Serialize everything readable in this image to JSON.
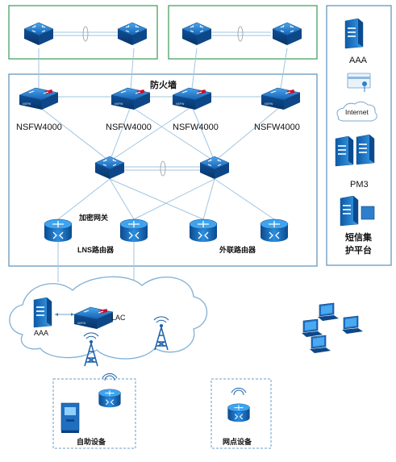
{
  "firewall_label": "防火墙",
  "firewalls": [
    {
      "label": "NSFW4000"
    },
    {
      "label": "NSFW4000"
    },
    {
      "label": "NSFW4000"
    },
    {
      "label": "NSFW4000"
    }
  ],
  "routers": {
    "access_gateway": "加密网关",
    "lns_router": "LNS路由器",
    "external_router": "外联路由器"
  },
  "right_panel": {
    "aaa": "AAA",
    "internet": "Internet",
    "pm3": "PM3",
    "sms_platform_line1": "短信集",
    "sms_platform_line2": "护平台"
  },
  "cloud": {
    "aaa": "AAA",
    "lac": "LAC"
  },
  "bottom": {
    "self_service": "自助设备",
    "branch_device": "网点设备"
  },
  "colors": {
    "green_frame": "#3a9a57",
    "blue_frame": "#5b8fb7",
    "device_blue": "#1f6fc0",
    "firewall_red": "#c8102e"
  },
  "icons": [
    "switch-icon",
    "firewall-icon",
    "router-icon",
    "server-icon",
    "cloud-icon",
    "laptop-icon",
    "antenna-icon",
    "atm-icon",
    "modem-icon"
  ]
}
